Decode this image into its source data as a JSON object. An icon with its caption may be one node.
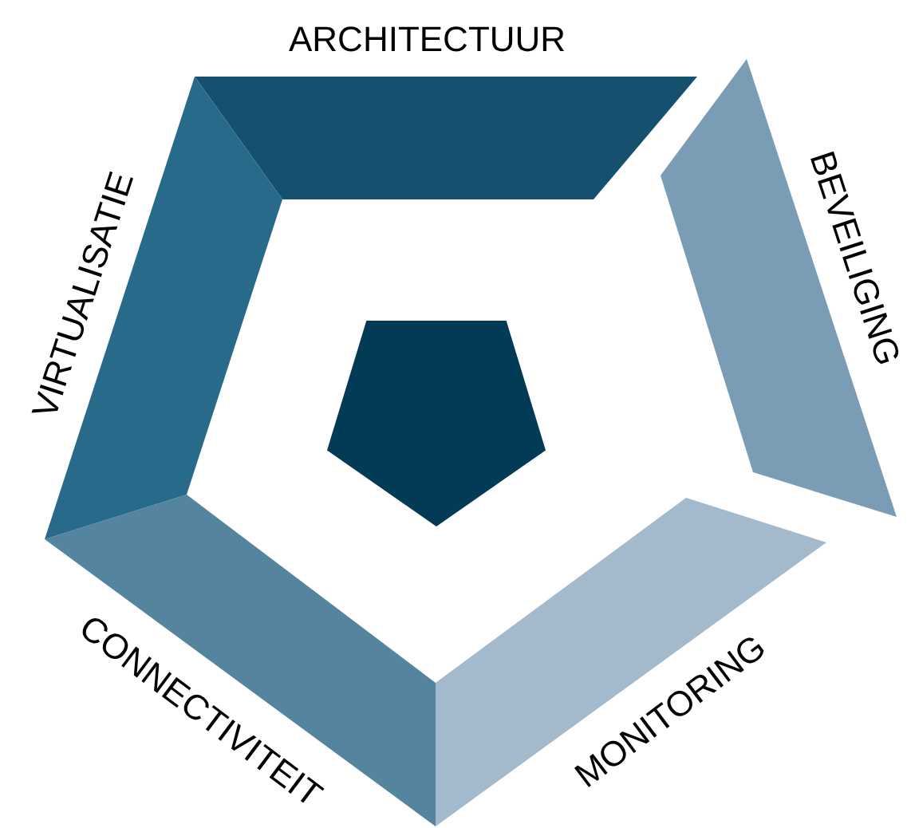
{
  "diagram": {
    "nodes": [
      {
        "text": [
          "ARCHITECTUUR"
        ]
      },
      {
        "text": [
          "BEVEILIGING"
        ]
      },
      {
        "text": [
          "MONITORING"
        ]
      },
      {
        "text": [
          "CONNECTIVITEIT"
        ]
      },
      {
        "text": [
          "VIRTUALISATIE"
        ]
      },
      {
        "text": [],
        "shape": "pentagon"
      }
    ]
  }
}
